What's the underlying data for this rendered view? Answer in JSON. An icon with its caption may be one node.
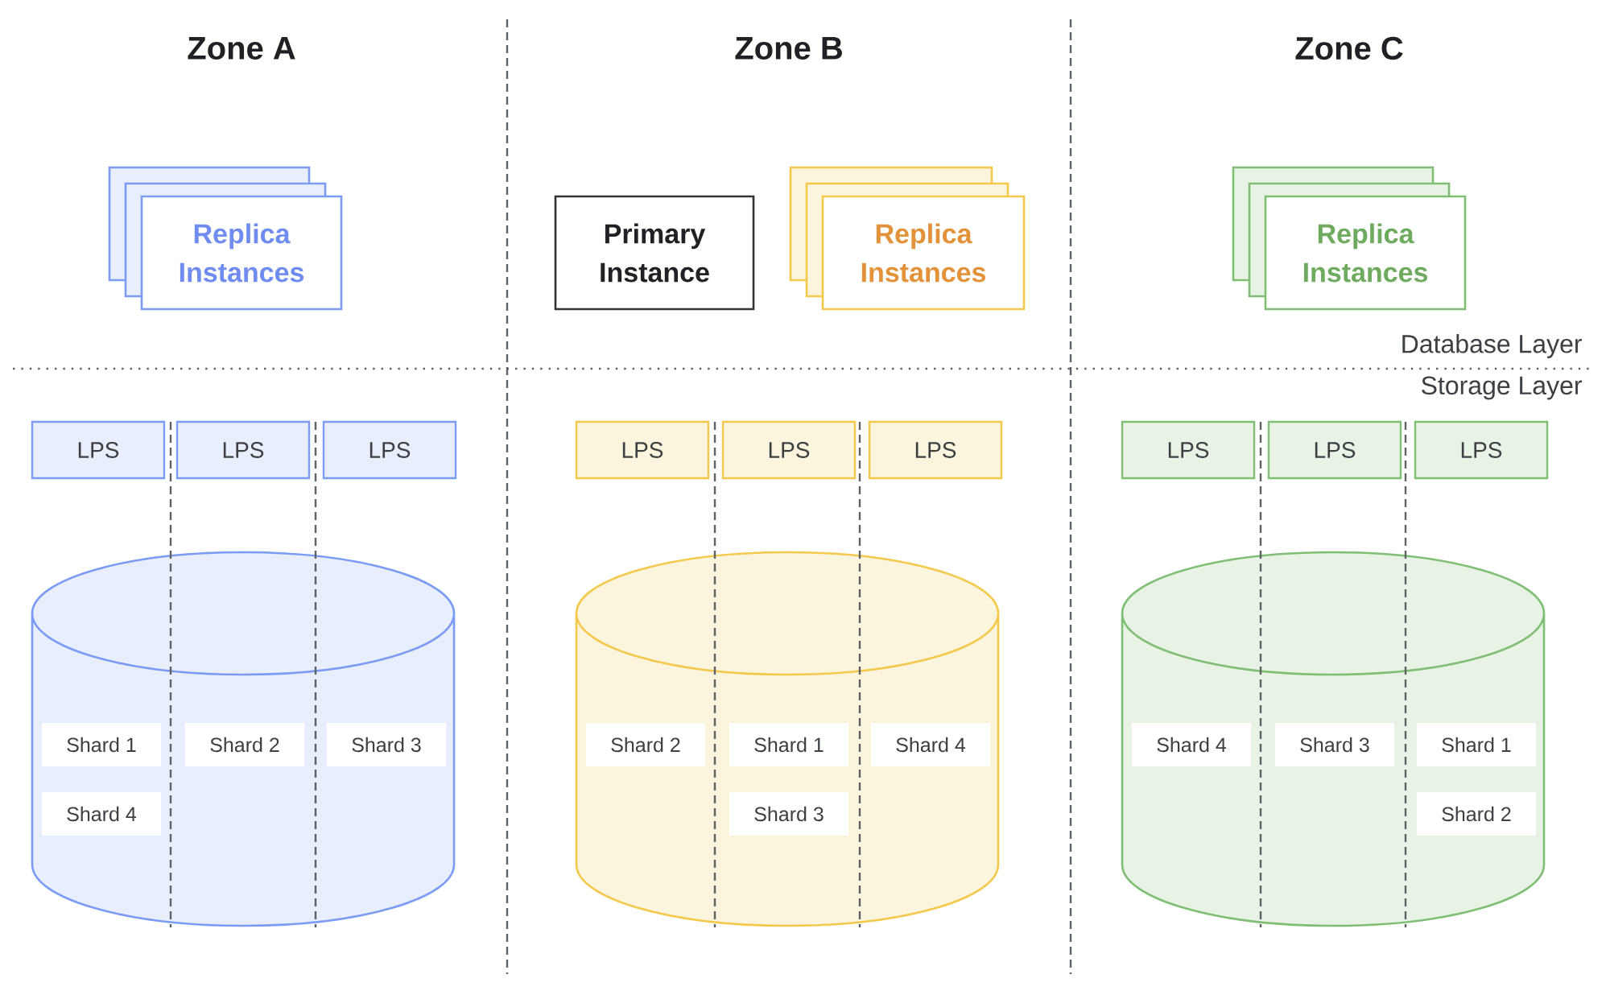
{
  "diagram": {
    "nodes": [
      {
        "text": [
          "Replica Instances"
        ]
      },
      {
        "text": [
          "Primary Instance"
        ]
      },
      {
        "text": [
          "Replica Instances"
        ]
      },
      {
        "text": [
          "Replica Instances"
        ]
      },
      {
        "text": [
          "LPS"
        ]
      },
      {
        "text": [
          "LPS"
        ]
      },
      {
        "text": [
          "LPS"
        ]
      },
      {
        "text": [
          "LPS"
        ]
      },
      {
        "text": [
          "LPS"
        ]
      },
      {
        "text": [
          "LPS"
        ]
      },
      {
        "text": [
          "LPS"
        ]
      },
      {
        "text": [
          "LPS"
        ]
      },
      {
        "text": [
          "LPS"
        ]
      },
      {
        "text": [],
        "shape": "cylinder"
      },
      {
        "text": [
          "Shard 1"
        ],
        "in": 13
      },
      {
        "text": [
          "Shard 2"
        ],
        "in": 13
      },
      {
        "text": [
          "Shard 3"
        ],
        "in": 13
      },
      {
        "text": [
          "Shard 4"
        ],
        "in": 13
      },
      {
        "text": [],
        "shape": "cylinder"
      },
      {
        "text": [
          "Shard 2"
        ],
        "in": 18
      },
      {
        "text": [
          "Shard 1"
        ],
        "in": 18
      },
      {
        "text": [
          "Shard 4"
        ],
        "in": 18
      },
      {
        "text": [
          "Shard 3"
        ],
        "in": 18
      },
      {
        "text": [],
        "shape": "cylinder"
      },
      {
        "text": [
          "Shard 4"
        ],
        "in": 23
      },
      {
        "text": [
          "Shard 3"
        ],
        "in": 23
      },
      {
        "text": [
          "Shard 1"
        ],
        "in": 23
      },
      {
        "text": [
          "Shard 2"
        ],
        "in": 23
      }
    ],
    "labels": [
      "Zone A",
      "Zone B",
      "Zone C",
      "Database Layer",
      "Storage Layer"
    ]
  }
}
